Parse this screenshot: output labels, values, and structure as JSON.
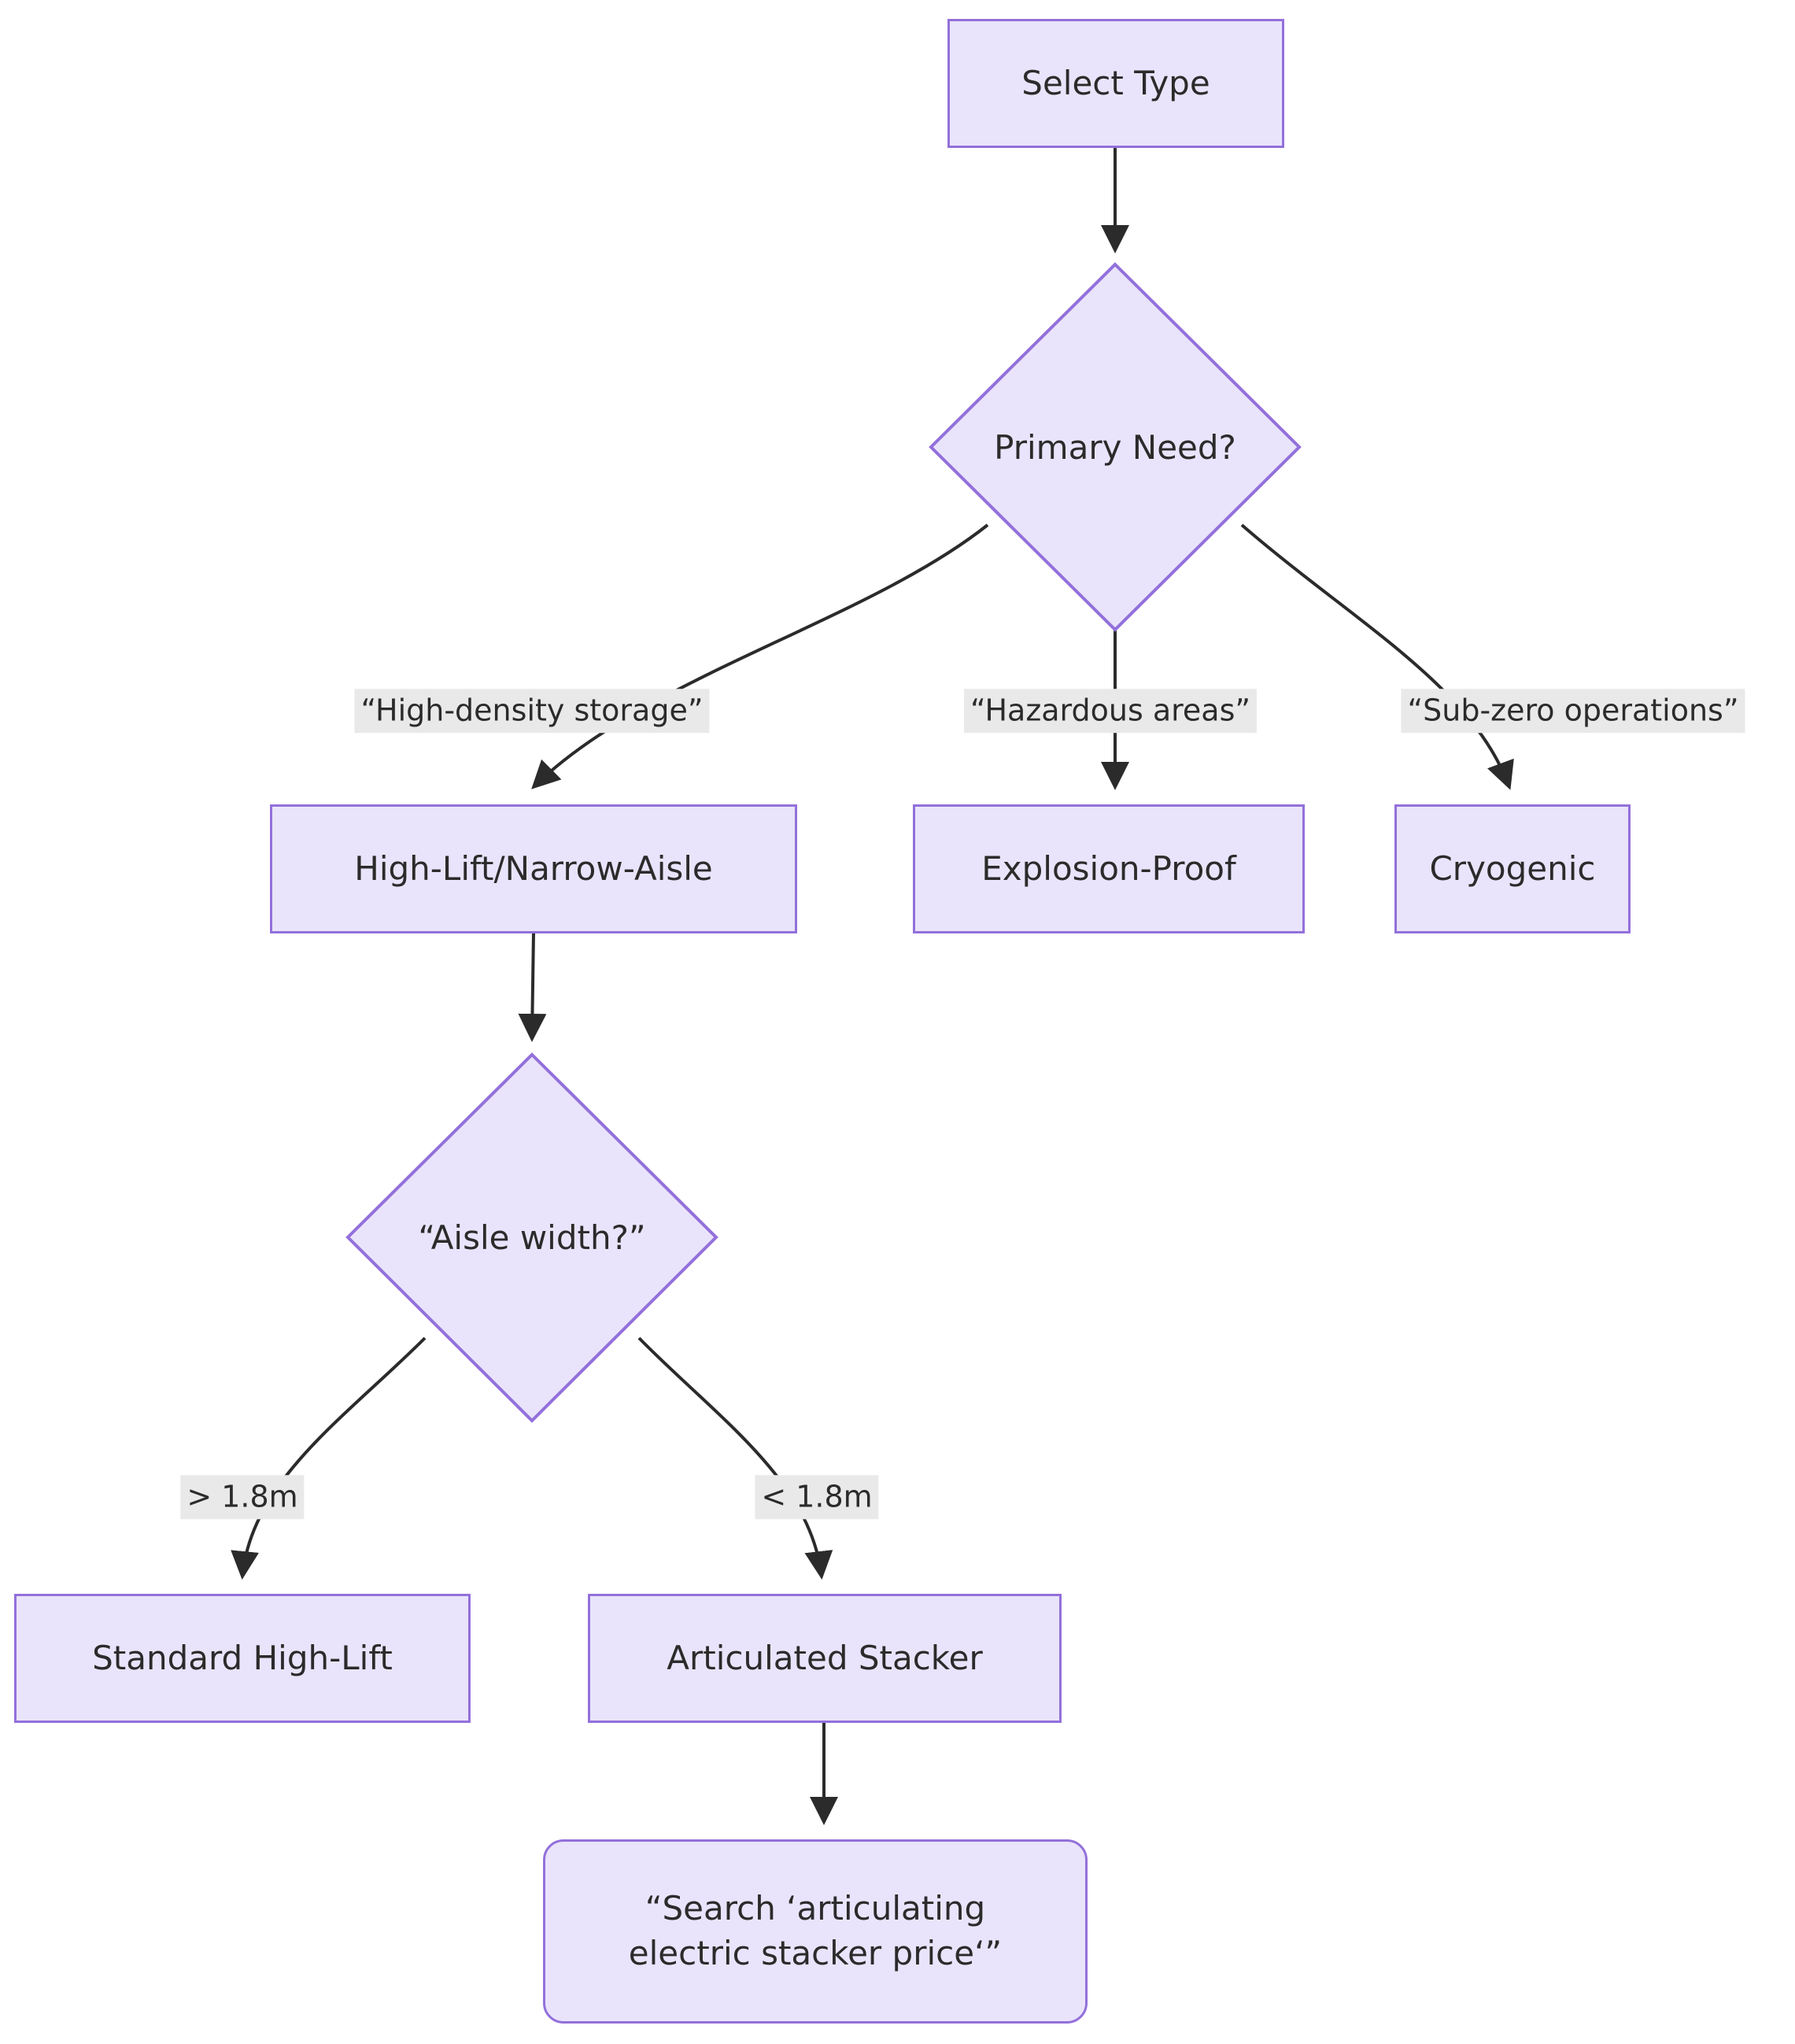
{
  "diagram": {
    "type": "flowchart",
    "direction": "top-down",
    "colors": {
      "node_fill": "#e9e4fb",
      "node_border": "#9370db",
      "edge_line": "#2b2b2b",
      "edge_label_bg": "#e9e9e9",
      "text": "#2b2b2b",
      "background": "#ffffff"
    },
    "nodes": [
      {
        "id": "select_type",
        "label": "Select Type",
        "shape": "rect"
      },
      {
        "id": "primary_need",
        "label": "Primary Need?",
        "shape": "diamond"
      },
      {
        "id": "high_lift",
        "label": "High-Lift/Narrow-Aisle",
        "shape": "rect"
      },
      {
        "id": "explosion",
        "label": "Explosion-Proof",
        "shape": "rect"
      },
      {
        "id": "cryogenic",
        "label": "Cryogenic",
        "shape": "rect"
      },
      {
        "id": "aisle_width",
        "label": "“Aisle width?”",
        "shape": "diamond"
      },
      {
        "id": "standard",
        "label": "Standard High-Lift",
        "shape": "rect"
      },
      {
        "id": "articulated",
        "label": "Articulated Stacker",
        "shape": "rect"
      },
      {
        "id": "search",
        "label": "“Search ‘articulating\nelectric stacker price‘”",
        "shape": "rounded-rect"
      }
    ],
    "edges": [
      {
        "from": "select_type",
        "to": "primary_need",
        "label": ""
      },
      {
        "from": "primary_need",
        "to": "high_lift",
        "label": "“High-density storage”"
      },
      {
        "from": "primary_need",
        "to": "explosion",
        "label": "“Hazardous areas”"
      },
      {
        "from": "primary_need",
        "to": "cryogenic",
        "label": "“Sub-zero operations”"
      },
      {
        "from": "high_lift",
        "to": "aisle_width",
        "label": ""
      },
      {
        "from": "aisle_width",
        "to": "standard",
        "label": "> 1.8m"
      },
      {
        "from": "aisle_width",
        "to": "articulated",
        "label": "< 1.8m"
      },
      {
        "from": "articulated",
        "to": "search",
        "label": ""
      }
    ]
  }
}
